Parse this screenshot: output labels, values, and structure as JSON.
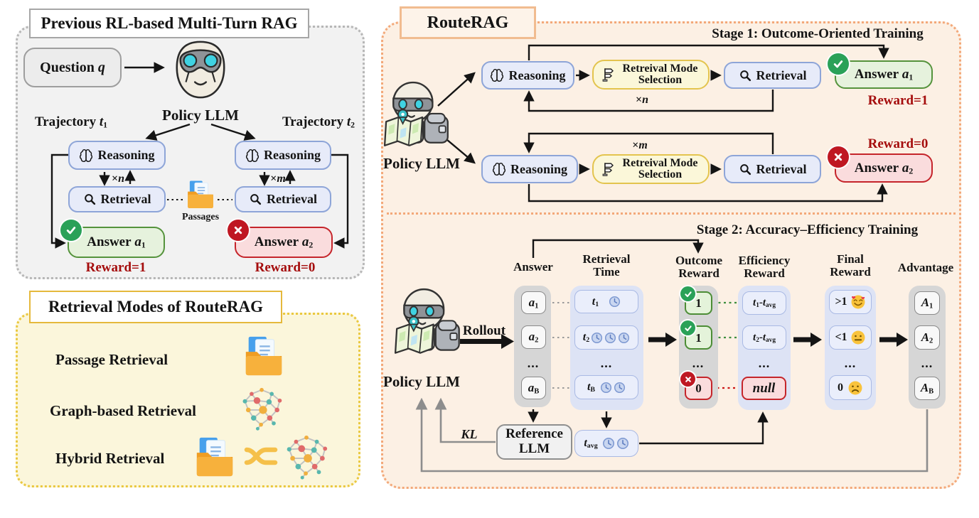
{
  "colors": {
    "prev_panel_bg": "#f2f2f2",
    "prev_border": "#b6b6b6",
    "modes_panel_bg": "#fbf6db",
    "modes_border": "#eac83f",
    "route_panel_bg": "#fcf0e4",
    "route_border": "#f3a879",
    "box_blue_bg": "#e7ebf9",
    "box_blue_border": "#8ea5d8",
    "box_yellow_bg": "#fbf7d9",
    "box_yellow_border": "#e3c44e",
    "answer_green_bg": "#e6f2dd",
    "answer_green_border": "#55933c",
    "answer_red_bg": "#fadcdd",
    "answer_red_border": "#c5252b",
    "reward_text": "#a50d0d",
    "check_badge": "#2aa158",
    "cross_badge": "#bf1722",
    "column_gray": "#d6d6d6",
    "column_blue": "#dde3f5"
  },
  "prev": {
    "title": "Previous RL-based Multi-Turn RAG",
    "question_label": "Question",
    "question_var": "q",
    "policy_llm": "Policy LLM",
    "traj1_label": "Trajectory",
    "traj1_var": "t",
    "traj1_sub": "1",
    "traj2_label": "Trajectory",
    "traj2_var": "t",
    "traj2_sub": "2",
    "reasoning": "Reasoning",
    "retrieval": "Retrieval",
    "loop_x": "×",
    "loop_n": "n",
    "loop_m": "m",
    "passages": "Passages",
    "answer_label": "Answer",
    "answer1_var": "a",
    "answer1_sub": "1",
    "answer2_var": "a",
    "answer2_sub": "2",
    "reward1": "Reward=1",
    "reward0": "Reward=0"
  },
  "modes": {
    "title": "Retrieval Modes of RouteRAG",
    "items": [
      {
        "label": "Passage Retrieval",
        "icon": "folder-documents-icon"
      },
      {
        "label": "Graph-based Retrieval",
        "icon": "graph-brain-icon"
      },
      {
        "label": "Hybrid Retrieval",
        "icon": "folder-shuffle-graph-icons"
      }
    ]
  },
  "route": {
    "title": "RouteRAG",
    "stage1": {
      "header": "Stage 1:  Outcome-Oriented Training",
      "policy_llm": "Policy LLM",
      "reasoning": "Reasoning",
      "mode_selection": "Retreival Mode Selection",
      "retrieval": "Retrieval",
      "loop_x": "×",
      "loop_n": "n",
      "loop_m": "m",
      "answer_label": "Answer",
      "answer1_var": "a",
      "answer1_sub": "1",
      "answer2_var": "a",
      "answer2_sub": "2",
      "reward1": "Reward=1",
      "reward0": "Reward=0"
    },
    "stage2": {
      "header": "Stage 2:  Accuracy–Efficiency Training",
      "policy_llm": "Policy LLM",
      "rollout": "Rollout",
      "kl": "KL",
      "reference_llm": "Reference LLM",
      "ellipsis": "...",
      "columns": {
        "answer": {
          "header": "Answer",
          "items": [
            {
              "var": "a",
              "sub": "1"
            },
            {
              "var": "a",
              "sub": "2"
            },
            {
              "var": "a",
              "sub": "B"
            }
          ]
        },
        "time": {
          "header": "Retrieval Time",
          "items": [
            {
              "var": "t",
              "sub": "1",
              "clocks": 1
            },
            {
              "var": "t",
              "sub": "2",
              "clocks": 3
            },
            {
              "var": "t",
              "sub": "B",
              "clocks": 2
            }
          ],
          "avg": {
            "var": "t",
            "sub": "avg",
            "clocks": 2
          }
        },
        "outcome": {
          "header": "Outcome Reward",
          "items": [
            {
              "value": "1",
              "badge": "check"
            },
            {
              "value": "1",
              "badge": "check"
            },
            {
              "value": "0",
              "badge": "cross"
            }
          ]
        },
        "efficiency": {
          "header": "Efficiency Reward",
          "items": [
            {
              "var1": "t",
              "sub1": "1",
              "minus": "-",
              "var2": "t",
              "sub2": "avg"
            },
            {
              "var1": "t",
              "sub1": "2",
              "minus": "-",
              "var2": "t",
              "sub2": "avg"
            },
            {
              "value": "null"
            }
          ]
        },
        "final": {
          "header": "Final Reward",
          "items": [
            {
              "value": ">1",
              "face": "smiling-face-with-hearts"
            },
            {
              "value": "<1",
              "face": "neutral-face"
            },
            {
              "value": "0",
              "face": "sad-face"
            }
          ]
        },
        "advantage": {
          "header": "Advantage",
          "items": [
            {
              "var": "A",
              "sub": "1"
            },
            {
              "var": "A",
              "sub": "2"
            },
            {
              "var": "A",
              "sub": "B"
            }
          ]
        }
      }
    }
  }
}
